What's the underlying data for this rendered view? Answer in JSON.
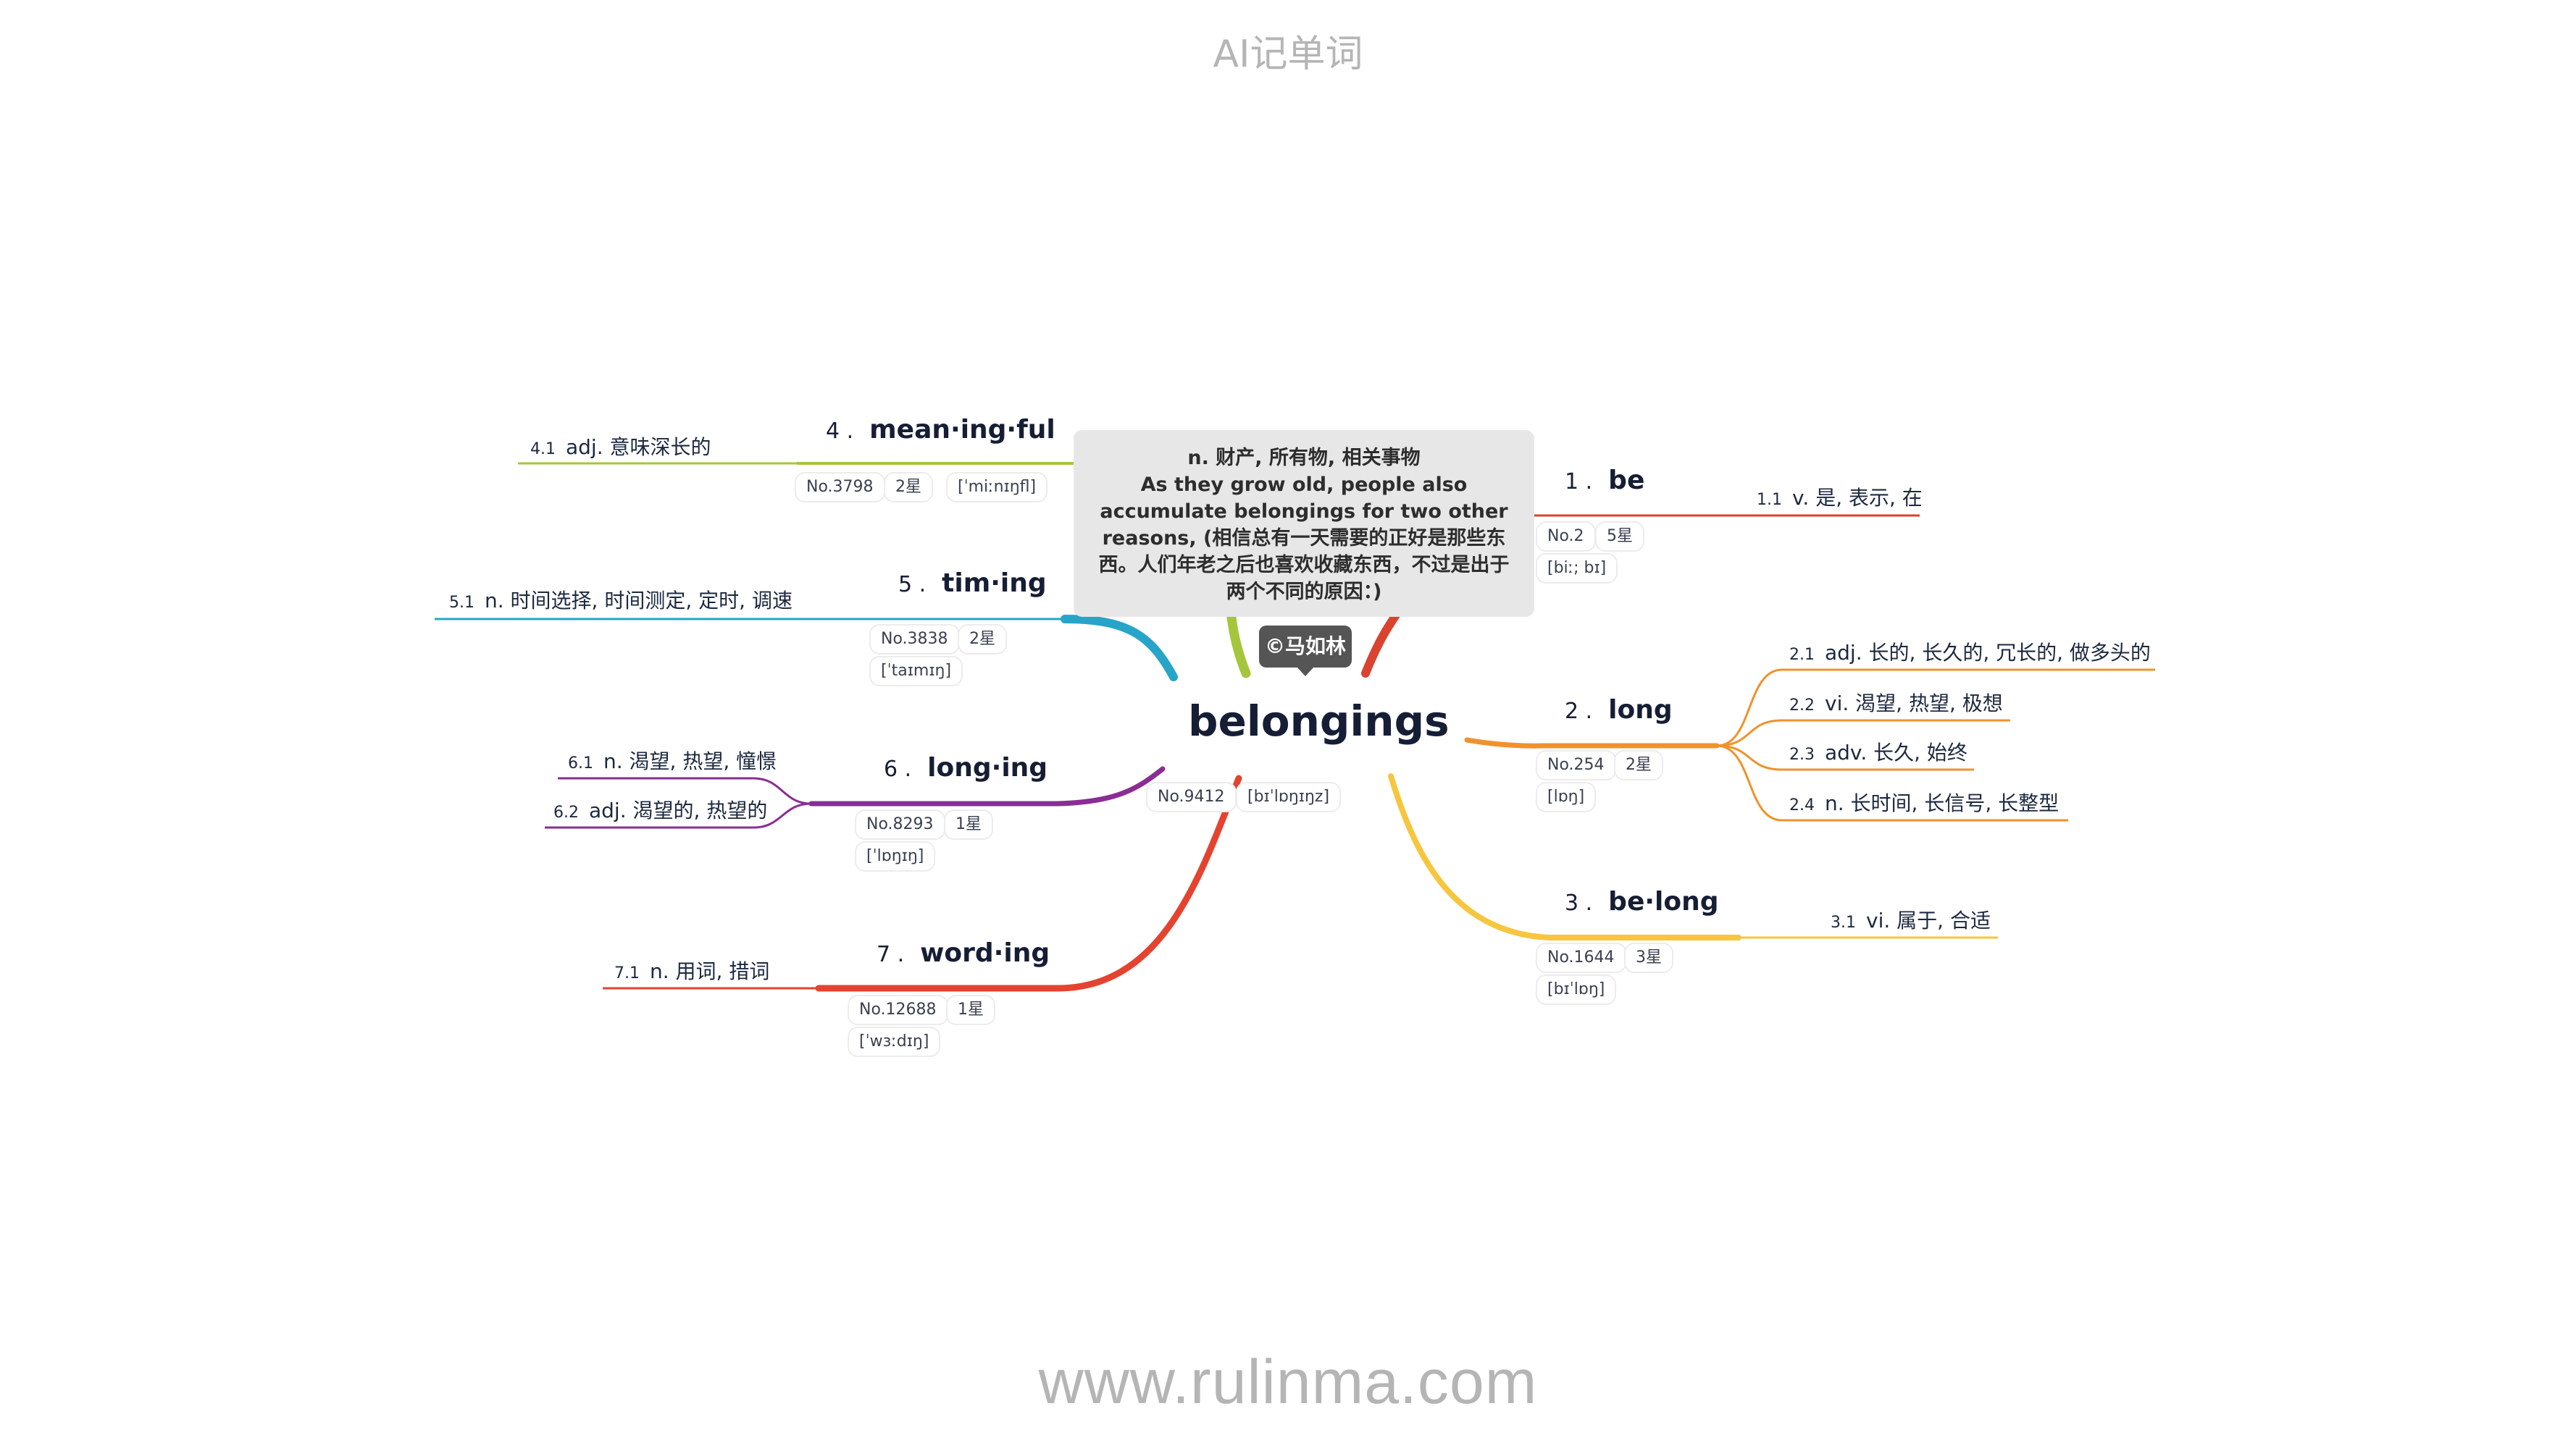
{
  "header": {
    "title": "AI记单词"
  },
  "footer": {
    "url": "www.rulinma.com"
  },
  "center": {
    "word": "belongings",
    "no": "No.9412",
    "phonetic": "[bɪˈlɒŋɪŋz]"
  },
  "note": {
    "lines": [
      "n. 财产, 所有物, 相关事物",
      "As they grow old, people also",
      "accumulate belongings for two other",
      "reasons, (相信总有一天需要的正好是那些东",
      "西。人们年老之后也喜欢收藏东西，不过是出于",
      "两个不同的原因：)"
    ]
  },
  "author": {
    "label": "©马如林"
  },
  "colors": {
    "be": "#d9432f",
    "long": "#f0922b",
    "belong": "#f6c63e",
    "meaningful": "#a5c63c",
    "timing": "#26a5c8",
    "longing": "#8a2d94",
    "wording": "#e5432f"
  },
  "branches": {
    "be": {
      "num": "1 .",
      "word": "be",
      "no": "No.2",
      "stars": "5星",
      "phonetic": "[biː; bɪ]",
      "meanings": [
        {
          "num": "1.1",
          "text": "v. 是, 表示, 在"
        }
      ]
    },
    "long": {
      "num": "2 .",
      "word": "long",
      "no": "No.254",
      "stars": "2星",
      "phonetic": "[lɒŋ]",
      "meanings": [
        {
          "num": "2.1",
          "text": "adj. 长的, 长久的, 冗长的, 做多头的"
        },
        {
          "num": "2.2",
          "text": "vi. 渴望, 热望, 极想"
        },
        {
          "num": "2.3",
          "text": "adv. 长久, 始终"
        },
        {
          "num": "2.4",
          "text": "n. 长时间, 长信号, 长整型"
        }
      ]
    },
    "belong": {
      "num": "3 .",
      "word": "be·long",
      "no": "No.1644",
      "stars": "3星",
      "phonetic": "[bɪˈlɒŋ]",
      "meanings": [
        {
          "num": "3.1",
          "text": "vi. 属于, 合适"
        }
      ]
    },
    "meaningful": {
      "num": "4 .",
      "word": "mean·ing·ful",
      "no": "No.3798",
      "stars": "2星",
      "phonetic": "[ˈmiːnɪŋfl]",
      "meanings": [
        {
          "num": "4.1",
          "text": "adj. 意味深长的"
        }
      ]
    },
    "timing": {
      "num": "5 .",
      "word": "tim·ing",
      "no": "No.3838",
      "stars": "2星",
      "phonetic": "[ˈtaɪmɪŋ]",
      "meanings": [
        {
          "num": "5.1",
          "text": "n. 时间选择, 时间测定, 定时, 调速"
        }
      ]
    },
    "longing": {
      "num": "6 .",
      "word": "long·ing",
      "no": "No.8293",
      "stars": "1星",
      "phonetic": "[ˈlɒŋɪŋ]",
      "meanings": [
        {
          "num": "6.1",
          "text": "n. 渴望, 热望, 憧憬"
        },
        {
          "num": "6.2",
          "text": "adj. 渴望的, 热望的"
        }
      ]
    },
    "wording": {
      "num": "7 .",
      "word": "word·ing",
      "no": "No.12688",
      "stars": "1星",
      "phonetic": "[ˈwɜːdɪŋ]",
      "meanings": [
        {
          "num": "7.1",
          "text": "n. 用词, 措词"
        }
      ]
    }
  }
}
